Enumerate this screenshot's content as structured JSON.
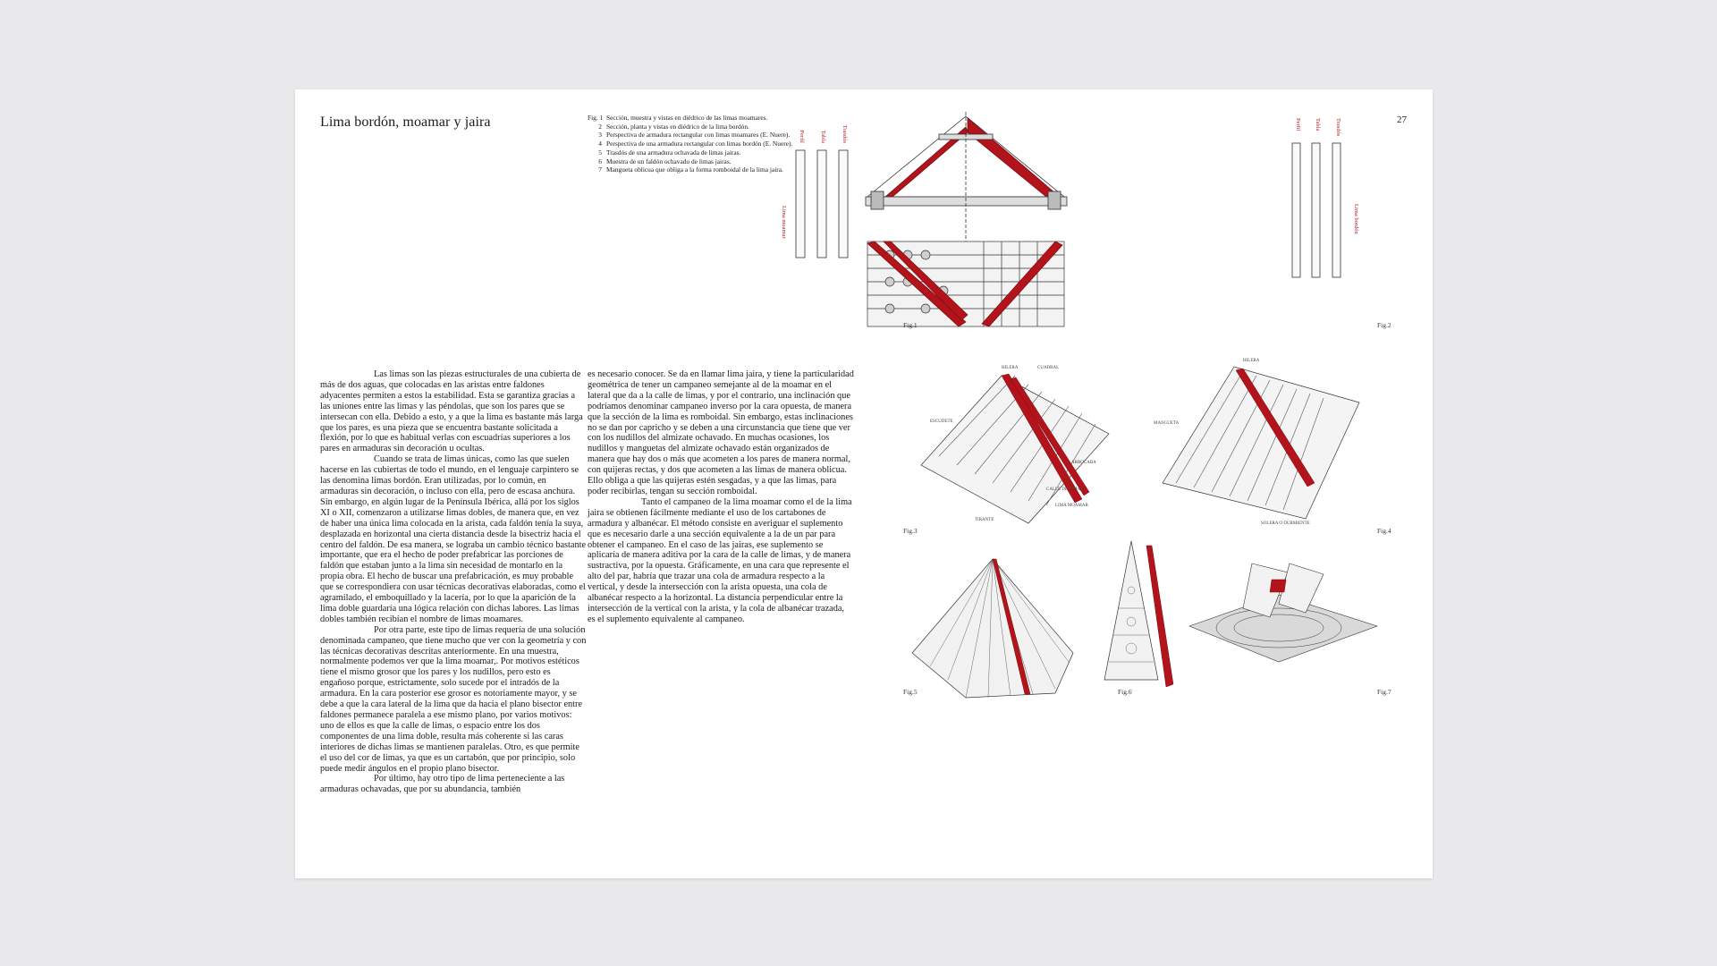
{
  "title": "Lima bordón, moamar y jaira",
  "page_number": "27",
  "captions": [
    {
      "num": "Fig. 1",
      "text": "Sección, muestra y vistas en diédrico de las limas moamares."
    },
    {
      "num": "2",
      "text": "Sección, planta y vistas en diédrico de la lima bordón."
    },
    {
      "num": "3",
      "text": "Perspectiva de armadura rectangular con limas moamares (E. Nuere)."
    },
    {
      "num": "4",
      "text": "Perspectiva de una armadura rectangular con limas bordón (E. Nuere)."
    },
    {
      "num": "5",
      "text": "Trasdós de una armadura ochavada de limas jairas."
    },
    {
      "num": "6",
      "text": "Muestra de un faldón ochavado de limas jairas."
    },
    {
      "num": "7",
      "text": "Mangueta oblicua que obliga a la forma romboidal de la lima jaira."
    }
  ],
  "column1": [
    "Las limas son las piezas estructurales de una cubierta de más de dos aguas, que colocadas en las aristas entre faldones adyacentes permiten a estos la estabilidad. Esta se garantiza gracias a las uniones entre las limas y las péndolas, que son los pares que se intersecan con ella. Debido a esto, y a que la lima es bastante más larga que los pares, es una pieza que se encuentra bastante solicitada a flexión, por lo que es habitual verlas con escuadrías superiores a los pares en armaduras sin decoración u ocultas.",
    "Cuando se trata de limas únicas, como las que suelen hacerse en las cubiertas de todo el mundo, en el lenguaje carpintero se las denomina limas bordón. Eran utilizadas, por lo común, en armaduras sin decoración, o incluso con ella, pero de escasa anchura. Sin embargo, en algún lugar de la Península Ibérica, allá por los siglos XI o XII, comenzaron a utilizarse limas dobles, de manera que, en vez de haber una única lima colocada en la arista, cada faldón tenía la suya, desplazada en horizontal una cierta distancia desde la bisectriz hacia el centro del faldón. De esa manera, se lograba un cambio técnico bastante importante, que era el hecho de poder prefabricar las porciones de faldón que estaban junto a la lima sin necesidad de montarlo en la propia obra. El hecho de buscar una prefabricación, es muy probable que se correspondiera con usar técnicas decorativas elaboradas, como el agramilado, el emboquillado y la lacería, por lo que la aparición de la lima doble guardaría una lógica relación con dichas labores. Las limas dobles también recibían el nombre de limas moamares.",
    "Por otra parte, este tipo de limas requería de una solución denominada campaneo, que tiene mucho que ver con la geometría y con las técnicas decorativas descritas anteriormente. En una muestra, normalmente podemos ver que la lima moamar,. Por motivos estéticos tiene el mismo grosor que los pares y los nudillos, pero esto es engañoso porque, estrictamente, solo sucede por el intradós de la armadura. En la cara posterior ese grosor es notoriamente mayor, y se debe a que la cara lateral de la lima que da hacia el plano bisector entre faldones permanece paralela a ese mismo plano, por varios motivos: uno de ellos es que la calle de limas, o espacio entre los dos componentes de una lima doble, resulta más coherente si las caras interiores de dichas limas se mantienen paralelas. Otro, es que permite el uso del cor de limas, ya que es un cartabón, que por principio, solo puede medir ángulos en el propio plano bisector.",
    "Por último, hay otro tipo de lima perteneciente a las armaduras ochavadas, que por su abundancia, también"
  ],
  "column2": [
    "es necesario conocer. Se da en llamar lima jaira, y tiene la particularidad geométrica de tener un campaneo semejante al de la moamar en el lateral que da a la calle de limas, y por el contrario, una inclinación que podríamos denominar campaneo inverso por la cara opuesta, de manera que la sección de la lima es romboidal. Sin embargo, estas inclinaciones no se dan por capricho y se deben a una circunstancia que tiene que ver con los nudillos del almizate ochavado. En muchas ocasiones, los nudillos y manguetas del almizate ochavado están organizados de manera que hay dos o más que acometen a los pares de manera normal, con quijeras rectas, y dos que acometen a las limas de manera oblicua. Ello obliga a que las quijeras estén sesgadas, y a que las limas, para poder recibirlas, tengan su sección romboidal.",
    "Tanto el campaneo de la lima moamar como el de la lima jaira se obtienen fácilmente mediante el uso de los cartabones de armadura y albanécar. El método consiste en averiguar el suplemento que es necesario darle a una sección equivalente a la de un par para obtener el campaneo. En el caso de las jairas, ese suplemento se aplicaría de manera aditiva por la cara de la calle de limas, y de manera sustractiva, por la opuesta. Gráficamente, en una cara que represente el alto del par, habría que trazar una cola de armadura respecto a la vertical, y desde la intersección con la arista opuesta, una cola de albanécar respecto a la horizontal. La distancia perpendicular entre la intersección de la vertical con la arista, y la cola de albanécar trazada, es el suplemento equivalente al campaneo."
  ],
  "figures": {
    "fig1_label": "Fig.1",
    "fig2_label": "Fig.2",
    "fig3_label": "Fig.3",
    "fig4_label": "Fig.4",
    "fig5_label": "Fig.5",
    "fig6_label": "Fig.6",
    "fig7_label": "Fig.7",
    "fig1_side_labels": [
      "Perfil",
      "Tabla",
      "Trasdós"
    ],
    "fig1_lima": "Lima moamar",
    "fig2_side_labels": [
      "Perfil",
      "Tabla",
      "Trasdós"
    ],
    "fig2_lima": "Lima bordón",
    "fig3_annotations": [
      "HILERA",
      "CUADRAL",
      "ESCUDETE",
      "CALLE DE LIMAS",
      "ARROCABA",
      "LIMA MOAMAR",
      "TIRANTE"
    ],
    "fig4_annotations": [
      "HILERA",
      "MANGUETA",
      "SOLERA O DURMIENTE"
    ]
  },
  "colors": {
    "background": "#e9e9eb",
    "page": "#ffffff",
    "accent_red": "#b3141b",
    "line": "#333333"
  }
}
